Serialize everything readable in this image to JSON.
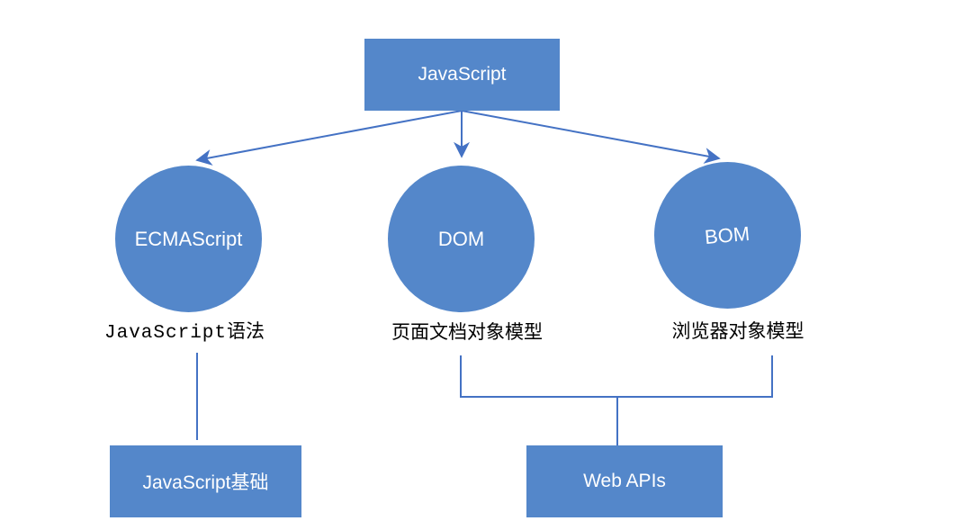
{
  "colors": {
    "shape_fill": "#5487CA",
    "connector": "#4472C4",
    "shape_text": "#ffffff",
    "label_text": "#000000",
    "background": "#ffffff"
  },
  "root_box": {
    "label": "JavaScript"
  },
  "circles": [
    {
      "id": "ecmascript",
      "label": "ECMAScript"
    },
    {
      "id": "dom",
      "label": "DOM"
    },
    {
      "id": "bom",
      "label": "BOM"
    }
  ],
  "captions": {
    "ecmascript_code_part": "JavaScript",
    "ecmascript_zh_part": "语法",
    "dom": "页面文档对象模型",
    "bom": "浏览器对象模型"
  },
  "bottom_boxes": [
    {
      "id": "javascript-basics",
      "label": "JavaScript基础"
    },
    {
      "id": "web-apis",
      "label": "Web APIs"
    }
  ]
}
